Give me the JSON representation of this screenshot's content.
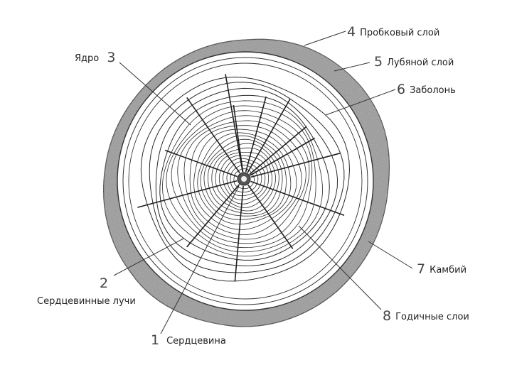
{
  "labels": {
    "l1": {
      "num": "1",
      "text": "Сердцевина"
    },
    "l2": {
      "num": "2",
      "text": "Сердцевинные лучи"
    },
    "l3": {
      "num": "3",
      "text": "Ядро"
    },
    "l4": {
      "num": "4",
      "text": "Пробковый слой"
    },
    "l5": {
      "num": "5",
      "text": "Лубяной слой"
    },
    "l6": {
      "num": "6",
      "text": "Заболонь"
    },
    "l7": {
      "num": "7",
      "text": "Камбий"
    },
    "l8": {
      "num": "8",
      "text": "Годичные слои"
    }
  },
  "colors": {
    "bark": "#9a9a9a",
    "bark_texture": "#5a5a5a",
    "lines": "#2a2a2a",
    "background": "#ffffff"
  }
}
